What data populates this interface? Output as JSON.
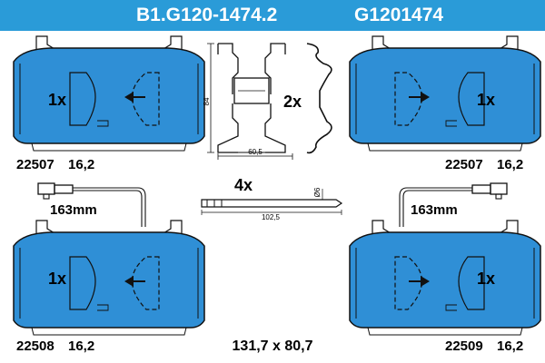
{
  "header": {
    "part_number": "B1.G120-1474.2",
    "alt_number": "G1201474"
  },
  "colors": {
    "header_bg": "#2a9bd8",
    "pad_fill": "#2f8fd6",
    "line": "#111111"
  },
  "pads": [
    {
      "qty": "1x",
      "code": "22507",
      "thickness": "16,2"
    },
    {
      "qty": "1x",
      "code": "22507",
      "thickness": "16,2"
    },
    {
      "qty": "1x",
      "code": "22508",
      "thickness": "16,2"
    },
    {
      "qty": "1x",
      "code": "22509",
      "thickness": "16,2"
    }
  ],
  "wear_sensors": [
    {
      "length": "163mm"
    },
    {
      "length": "163mm"
    }
  ],
  "clip": {
    "qty": "2x",
    "height": "84",
    "width": "60,5"
  },
  "pin": {
    "qty": "4x",
    "length": "102,5",
    "diameter": "Ø6"
  },
  "dimensions": "131,7 x 80,7"
}
